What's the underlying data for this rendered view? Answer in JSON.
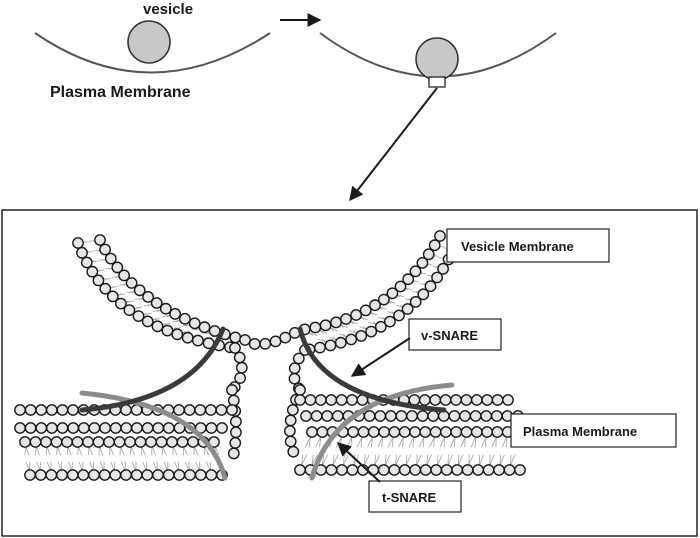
{
  "top": {
    "vesicle_label": "vesicle",
    "plasma_membrane_label": "Plasma Membrane"
  },
  "detail": {
    "vesicle_membrane_label": "Vesicle Membrane",
    "v_snare_label": "v-SNARE",
    "plasma_membrane_label": "Plasma Membrane",
    "t_snare_label": "t-SNARE"
  },
  "colors": {
    "ink": "#1a1a1a",
    "bead_fill": "#e6e6e6",
    "tail": "#aaaaaa",
    "v_snare": "#3a3a3a",
    "t_snare": "#8c8c8c",
    "vesicle_fill": "#c8c8c8"
  }
}
